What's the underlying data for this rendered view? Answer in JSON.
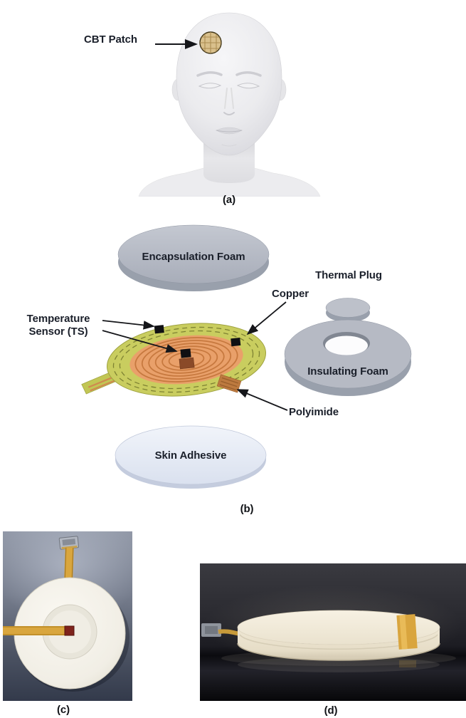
{
  "panel_a": {
    "label": "(a)",
    "callout": "CBT Patch"
  },
  "panel_b": {
    "label": "(b)",
    "encapsulation_foam": "Encapsulation Foam",
    "temperature_sensor_line1": "Temperature",
    "temperature_sensor_line2": "Sensor (TS)",
    "copper": "Copper",
    "thermal_plug": "Thermal Plug",
    "insulating_foam": "Insulating Foam",
    "polyimide": "Polyimide",
    "skin_adhesive": "Skin Adhesive"
  },
  "panel_c": {
    "label": "(c)"
  },
  "panel_d": {
    "label": "(d)"
  },
  "colors": {
    "foam_gray_top": "#b6bac4",
    "foam_gray_side": "#99a0ac",
    "sensor_disc_yellow": "#c9cd5f",
    "copper_orange": "#e9a06a",
    "skin_adhesive_blue": "#e4e9f4",
    "patch_tan": "#d9c08c",
    "kapton_amber": "#d9a63e"
  }
}
